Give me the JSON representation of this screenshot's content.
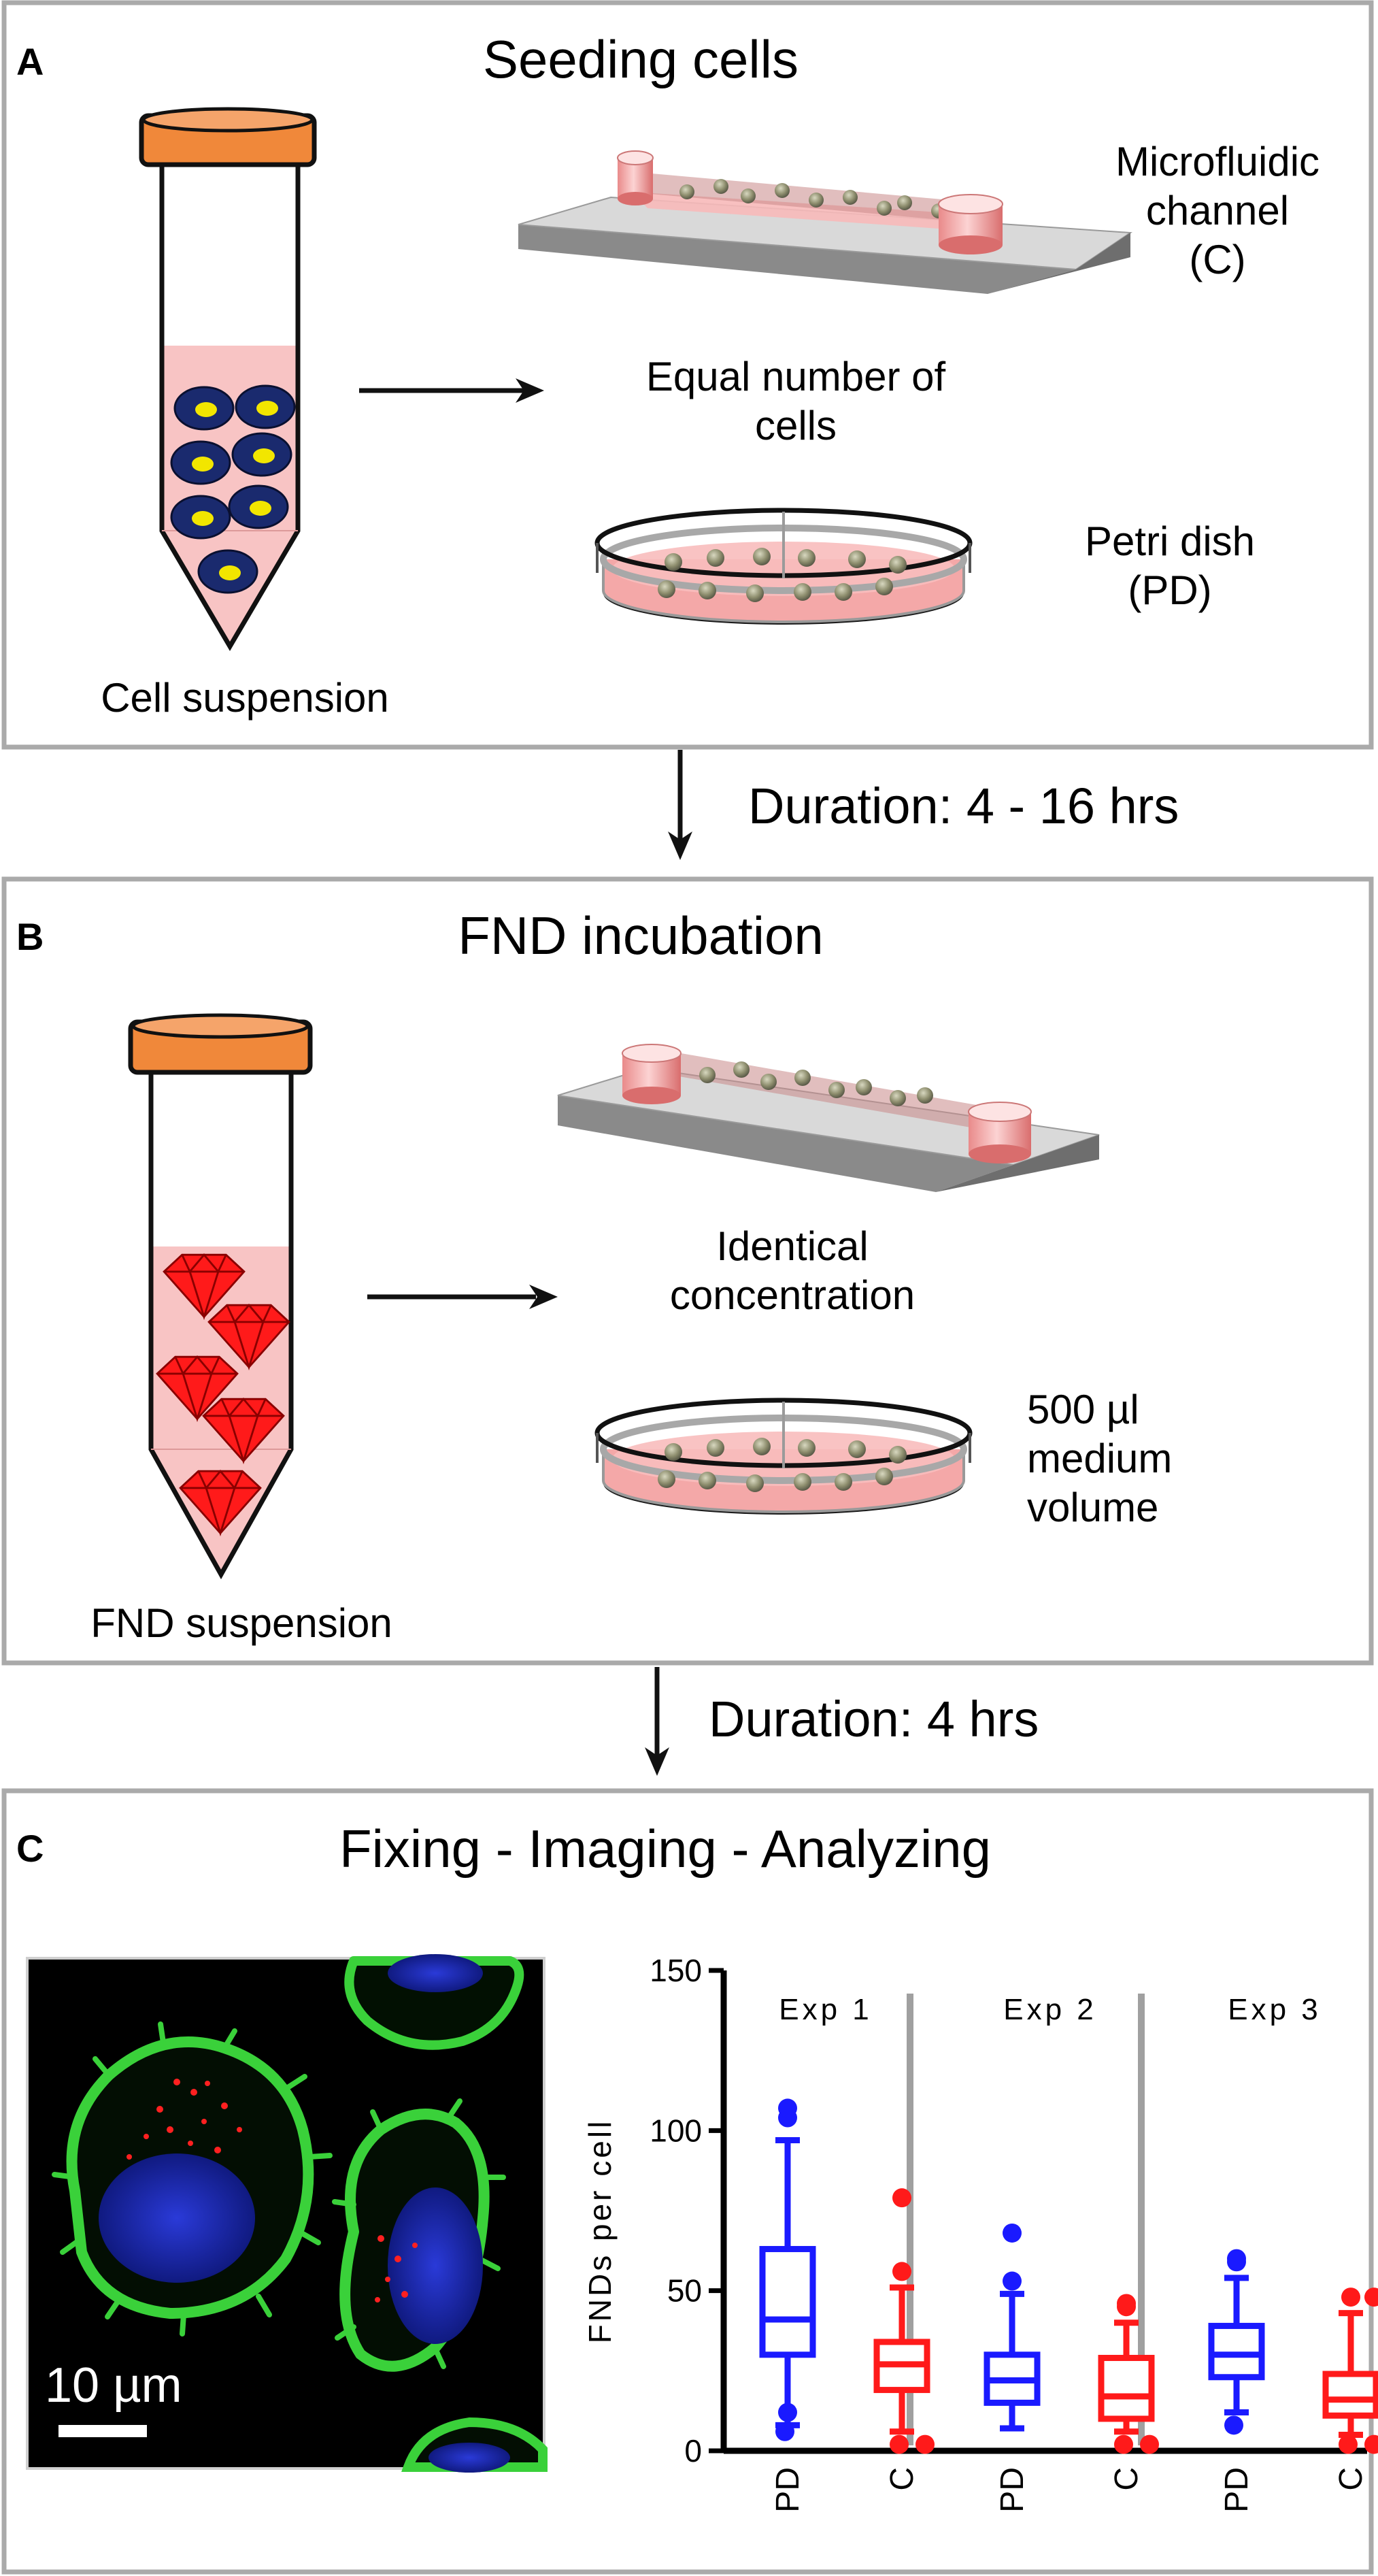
{
  "panel_a": {
    "letter": "A",
    "title": "Seeding cells",
    "tube_label": "Cell suspension",
    "center_label": [
      "Equal number of",
      "cells"
    ],
    "channel_label": [
      "Microfluidic",
      "channel",
      "(C)"
    ],
    "dish_label": [
      "Petri dish",
      "(PD)"
    ]
  },
  "step_1": {
    "label": "Duration: 4 - 16 hrs"
  },
  "panel_b": {
    "letter": "B",
    "title": "FND incubation",
    "tube_label": "FND suspension",
    "center_label": [
      "Identical",
      "concentration"
    ],
    "dish_label": [
      "500 µl",
      "medium",
      "volume"
    ]
  },
  "step_2": {
    "label": "Duration: 4 hrs"
  },
  "panel_c": {
    "letter": "C",
    "title": "Fixing - Imaging - Analyzing",
    "scale_bar_label": "10 µm"
  },
  "colors": {
    "cap": "#f0883a",
    "liquid": "#f8c4c4",
    "cell_body": "#1a2a6e",
    "cell_nucleus": "#f2e600",
    "diamond": "#ff1a1a",
    "pd_series": "#1a1aff",
    "c_series": "#ff1a1a",
    "separator": "#a0a0a0"
  },
  "chart_data": {
    "type": "box",
    "ylabel": "FNDs per cell",
    "ylim": [
      0,
      150
    ],
    "yticks": [
      0,
      50,
      100,
      150
    ],
    "groups": [
      {
        "name": "Exp 1",
        "boxes": [
          {
            "label": "PD",
            "color": "#1a1aff",
            "min": 8,
            "q1": 30,
            "median": 41,
            "q3": 63,
            "max": 97,
            "outliers": [
              107,
              104,
              12,
              6
            ]
          },
          {
            "label": "C",
            "color": "#ff1a1a",
            "min": 6,
            "q1": 19,
            "median": 27,
            "q3": 34,
            "max": 51,
            "outliers": [
              79,
              56,
              2,
              2
            ]
          }
        ]
      },
      {
        "name": "Exp 2",
        "boxes": [
          {
            "label": "PD",
            "color": "#1a1aff",
            "min": 7,
            "q1": 15,
            "median": 22,
            "q3": 30,
            "max": 49,
            "outliers": [
              68,
              53
            ]
          },
          {
            "label": "C",
            "color": "#ff1a1a",
            "min": 6,
            "q1": 10,
            "median": 17,
            "q3": 29,
            "max": 40,
            "outliers": [
              46,
              45,
              2,
              2
            ]
          }
        ]
      },
      {
        "name": "Exp 3",
        "boxes": [
          {
            "label": "PD",
            "color": "#1a1aff",
            "min": 12,
            "q1": 23,
            "median": 30,
            "q3": 39,
            "max": 54,
            "outliers": [
              60,
              59,
              8
            ]
          },
          {
            "label": "C",
            "color": "#ff1a1a",
            "min": 5,
            "q1": 11,
            "median": 16,
            "q3": 24,
            "max": 43,
            "outliers": [
              48,
              48,
              2,
              2
            ]
          }
        ]
      }
    ]
  }
}
